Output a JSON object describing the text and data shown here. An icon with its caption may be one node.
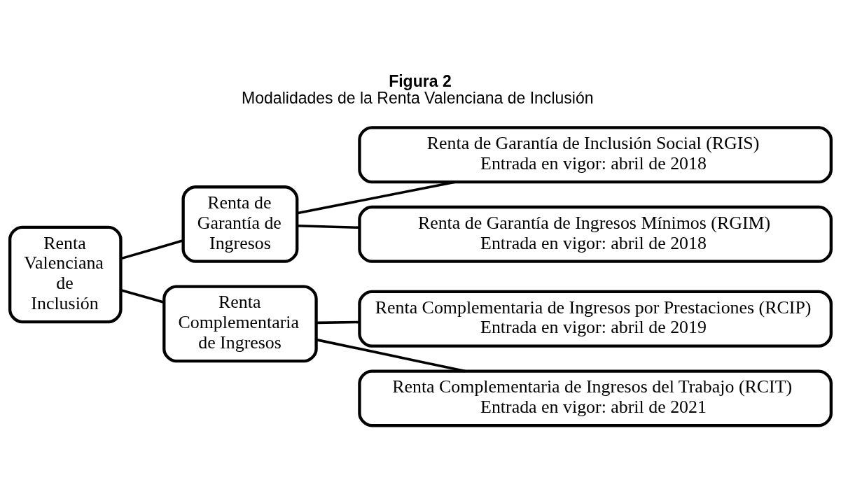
{
  "diagram": {
    "title": "Figura 2",
    "caption": "Modalidades de la Renta Valenciana de Inclusión",
    "nodes": [
      {
        "text": [
          "Renta Valenciana de Inclusión"
        ]
      },
      {
        "text": [
          "Renta de Garantía de Ingresos"
        ]
      },
      {
        "text": [
          "Renta de Garantía de Inclusión Social (RGIS)",
          "Entrada en vigor: abril de 2018"
        ]
      },
      {
        "text": [
          "Renta de Garantía de Ingresos Mínimos (RGIM)",
          "Entrada en vigor: abril de 2018"
        ]
      },
      {
        "text": [
          "Renta Complementaria de Ingresos"
        ]
      },
      {
        "text": [
          "Renta Complementaria de Ingresos por Prestaciones (RCIP)",
          "Entrada en vigor: abril de 2019"
        ]
      },
      {
        "text": [
          "Renta Complementaria de Ingresos del Trabajo (RCIT)",
          "Entrada en vigor: abril de 2021"
        ]
      }
    ],
    "edges": [
      {
        "from": 0,
        "to": 1,
        "arrow": "none"
      },
      {
        "from": 1,
        "to": 2,
        "arrow": "none"
      },
      {
        "from": 1,
        "to": 3,
        "arrow": "none"
      },
      {
        "from": 0,
        "to": 4,
        "arrow": "none"
      },
      {
        "from": 4,
        "to": 5,
        "arrow": "none"
      },
      {
        "from": 4,
        "to": 6,
        "arrow": "none"
      }
    ]
  }
}
